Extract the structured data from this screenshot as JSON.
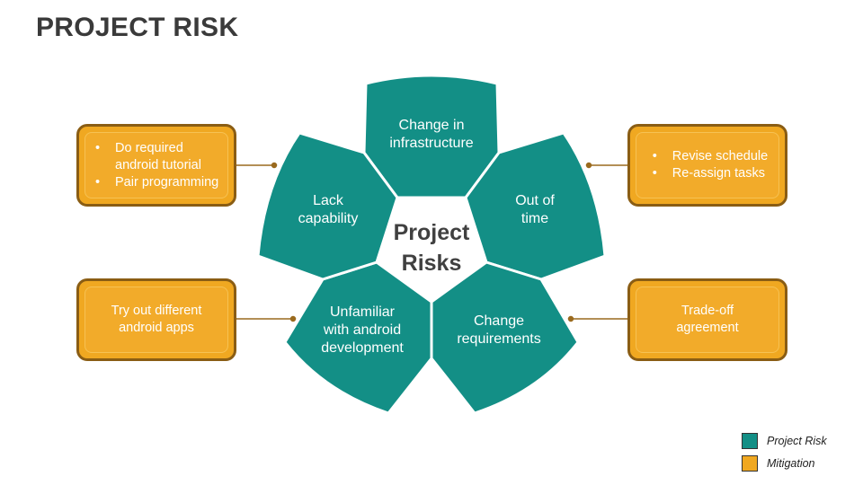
{
  "title": "PROJECT RISK",
  "center": {
    "line1": "Project",
    "line2": "Risks"
  },
  "risks": [
    {
      "id": "top",
      "line1": "Change in",
      "line2": "infrastructure"
    },
    {
      "id": "upper-right",
      "line1": "Out of",
      "line2": "time"
    },
    {
      "id": "lower-right",
      "line1": "Change",
      "line2": "requirements"
    },
    {
      "id": "lower-left",
      "line1": "Unfamiliar",
      "line2": "with android",
      "line3": "development"
    },
    {
      "id": "upper-left",
      "line1": "Lack",
      "line2": "capability"
    }
  ],
  "mitigations": {
    "upper_left": {
      "items": [
        "Do required android tutorial",
        "Pair programming"
      ]
    },
    "upper_right": {
      "items": [
        "Revise schedule",
        "Re-assign tasks"
      ]
    },
    "lower_left": {
      "line1": "Try out different",
      "line2": "android apps"
    },
    "lower_right": {
      "line1": "Trade-off",
      "line2": "agreement"
    }
  },
  "legend": [
    {
      "label": "Project Risk",
      "color": "#138f86"
    },
    {
      "label": "Mitigation",
      "color": "#f0a821"
    }
  ],
  "colors": {
    "risk": "#138f86",
    "mitigation": "#f0a821",
    "border": "#8a5d14",
    "connector": "#9a6a1e"
  }
}
